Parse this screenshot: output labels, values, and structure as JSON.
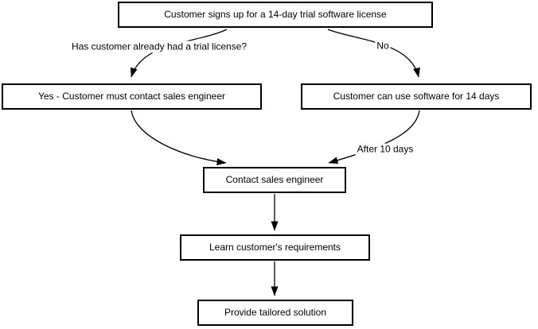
{
  "diagram": {
    "title_hint": "Trial software license flowchart",
    "colors": {
      "background": "#ffffff",
      "node_fill": "#ffffff",
      "stroke": "#000000",
      "text": "#000000"
    },
    "nodes": {
      "signup": {
        "label": "Customer signs up for a 14-day trial software license"
      },
      "yes": {
        "label": "Yes - Customer must contact sales engineer"
      },
      "use14": {
        "label": "Customer can use software for 14 days"
      },
      "contact": {
        "label": "Contact sales engineer"
      },
      "learn": {
        "label": "Learn customer's requirements"
      },
      "provide": {
        "label": "Provide tailored solution"
      }
    },
    "edge_labels": {
      "question": "Has customer already had a trial license?",
      "no": "No",
      "after10": "After 10 days"
    },
    "edges": [
      {
        "from": "signup",
        "to": "yes",
        "label": "Has customer already had a trial license?"
      },
      {
        "from": "signup",
        "to": "use14",
        "label": "No"
      },
      {
        "from": "yes",
        "to": "contact",
        "label": ""
      },
      {
        "from": "use14",
        "to": "contact",
        "label": "After 10 days"
      },
      {
        "from": "contact",
        "to": "learn",
        "label": ""
      },
      {
        "from": "learn",
        "to": "provide",
        "label": ""
      }
    ]
  }
}
